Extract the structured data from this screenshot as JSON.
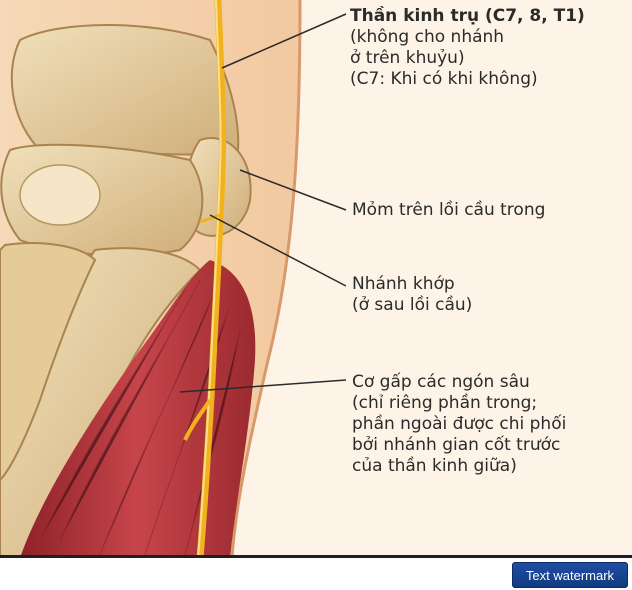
{
  "annotations": [
    {
      "title": "Thần kinh trụ (C7, 8, T1)",
      "lines": [
        "(không cho nhánh",
        "ở trên khuỷu)",
        "(C7: Khi có khi không)"
      ]
    },
    {
      "lines": [
        "Mỏm trên lồi cầu trong"
      ]
    },
    {
      "lines": [
        "Nhánh khớp",
        "(ở sau lồi cầu)"
      ]
    },
    {
      "lines": [
        "Cơ gấp các ngón sâu",
        "(chỉ riêng phần trong;",
        "phần ngoài được chi phối",
        "bởi nhánh gian cốt trước",
        "của thần kinh giữa)"
      ]
    }
  ],
  "watermark_button": {
    "label": "Text watermark"
  },
  "colors": {
    "background": "#fdf3e6",
    "bone": "#e8d3a6",
    "muscle": "#b8343a",
    "nerve": "#f2b21f",
    "text": "#2b2b2b",
    "button": "#1f4fa3"
  }
}
